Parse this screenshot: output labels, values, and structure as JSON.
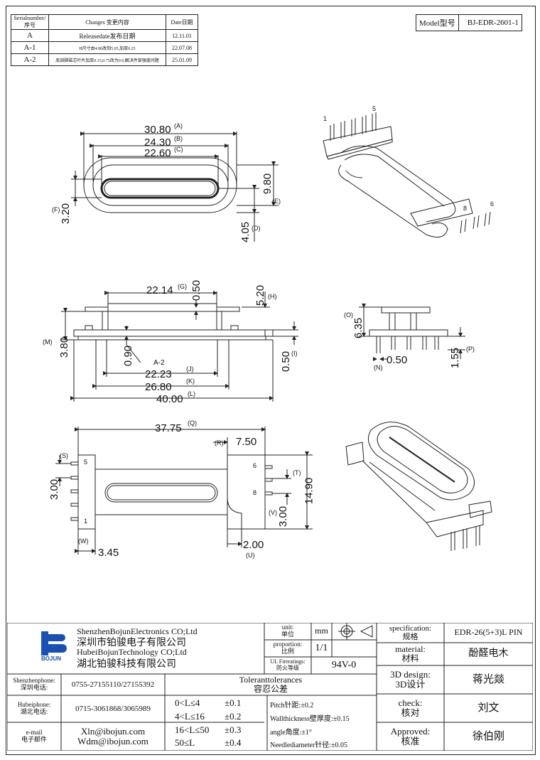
{
  "revision_table": {
    "headers": [
      "Serialnumber/序号",
      "Changes 变更内容",
      "Date日期"
    ],
    "rows": [
      {
        "serial": "A",
        "change": "Releasedate发布日期",
        "date": "12.11.01"
      },
      {
        "serial": "A-1",
        "change": "H尺寸由4.80改到5.05,加厚0.25",
        "date": "22.07.08"
      },
      {
        "serial": "A-2",
        "change": "底部脚磁芯叶片加厚0.15,0.75改为0.9,解决件架强度问题",
        "date": "25.01.09"
      }
    ]
  },
  "model": {
    "label": "Model型号",
    "value": "BJ-EDR-2601-1"
  },
  "top_view": {
    "dims": {
      "A": "30.80",
      "B": "24.30",
      "C": "22.60",
      "E": "9.80",
      "F": "3.20",
      "D": "4.05"
    },
    "tags": {
      "A": "(A)",
      "B": "(B)",
      "C": "(C)",
      "E": "(E)",
      "F": "(F)",
      "D": "(D)"
    }
  },
  "iso_top": {
    "pins": [
      "1",
      "5",
      "8",
      "6"
    ]
  },
  "front_view": {
    "dims": {
      "G": "22.14",
      "G2": "0.50",
      "H": "5.20",
      "M": "3.80",
      "N1": "0.90",
      "note": "A-2",
      "I": "0.50",
      "J": "22.23",
      "K": "26.80",
      "L": "40.00"
    },
    "tags": {
      "G": "(G)",
      "H": "(H)",
      "M": "(M)",
      "I": "(I)",
      "J": "(J)",
      "K": "(K)",
      "L": "(L)"
    }
  },
  "side_view": {
    "dims": {
      "O": "6.35",
      "N": "0.50",
      "P": "1.55"
    },
    "tags": {
      "O": "(O)",
      "N": "(N)",
      "P": "(P)"
    }
  },
  "bottom_view": {
    "dims": {
      "Q": "37.75",
      "R": "7.50",
      "S": "3.00",
      "T": "14.90",
      "V": "3.00",
      "W": "3.45",
      "U": "2.00"
    },
    "tags": {
      "Q": "(Q)",
      "R": "(R)",
      "S": "(S)",
      "T": "(T)",
      "V": "(V)",
      "W": "(W)",
      "U": "(U)"
    },
    "pins": [
      "5",
      "1",
      "6",
      "8"
    ]
  },
  "title_block": {
    "company": {
      "en1": "ShenzhenBojunElectronics CO;Ltd",
      "cn1": "深圳市铂骏电子有限公司",
      "en2": "HubeiBojunTechnology CO;Ltd",
      "cn2": "湖北铂骏科技有限公司",
      "logo_text": "BOJUN"
    },
    "contacts": [
      {
        "label": "Shenzhenphone:\n深圳电话:",
        "value": "0755-27155110/27155392"
      },
      {
        "label": "Hubeiphone:\n湖北电话:",
        "value": "0715-3061868/3065989"
      },
      {
        "label": "e-mail\n电子邮件",
        "value": "Xln@ibojun.com\nWdm@ibojun.com"
      }
    ],
    "unit": {
      "label": "unit:\n单位",
      "value": "mm"
    },
    "proportion": {
      "label": "proportion:\n比例",
      "value": "1/1"
    },
    "ul": {
      "label": "UL Fireratings:\n防火等级",
      "value": "94V-0"
    },
    "tolerances": {
      "title": "Toleranttolerances\n容忍公差",
      "rows": [
        {
          "range": "0<L≤4",
          "tol": "±0.1"
        },
        {
          "range": "4<L≤16",
          "tol": "±0.2"
        },
        {
          "range": "16<L≤50",
          "tol": "±0.3"
        },
        {
          "range": "50≤L",
          "tol": "±0.4"
        }
      ],
      "notes": [
        "Pitch针距:±0.2",
        "Wallthickness壁厚度:±0.15",
        "angle角度:±1°",
        "Needlediameter针径:±0.05"
      ]
    },
    "spec": {
      "label": "specification:\n规格",
      "value": "EDR-26(5+3)L PIN"
    },
    "material": {
      "label": "material:\n材料",
      "value": "酚醛电木"
    },
    "design": {
      "label": "3D design:\n3D设计",
      "value": "蒋光燚"
    },
    "check": {
      "label": "check:\n核对",
      "value": "刘文"
    },
    "approved": {
      "label": "Approved:\n核准",
      "value": "徐伯刚"
    }
  }
}
